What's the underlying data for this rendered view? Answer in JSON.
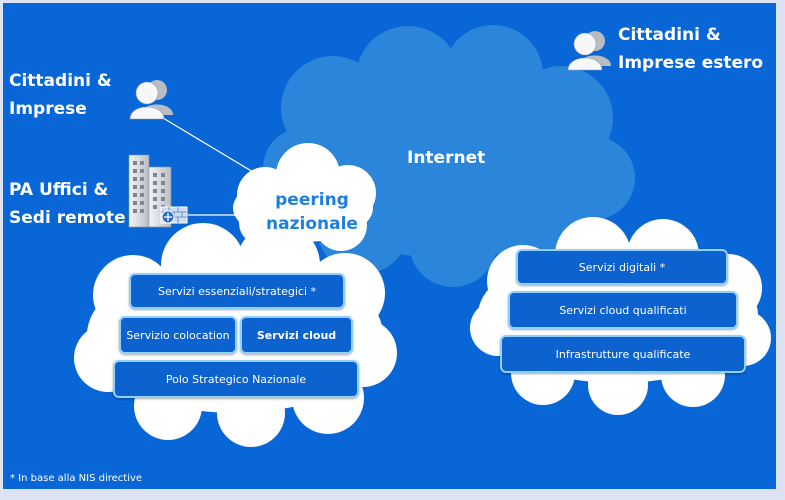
{
  "actors": {
    "domestic": {
      "label_line1": "Cittadini &",
      "label_line2": "Imprese"
    },
    "foreign": {
      "label_line1": "Cittadini &",
      "label_line2": "Imprese estero"
    },
    "pa_offices": {
      "label_line1": "PA Uffici &",
      "label_line2": "Sedi remote"
    }
  },
  "clouds": {
    "internet": {
      "label": "Internet"
    },
    "peering": {
      "label_line1": "peering",
      "label_line2": "nazionale"
    }
  },
  "psn_services": {
    "essential": "Servizi essenziali/strategici *",
    "colocation": "Servizio colocation",
    "cloud": "Servizi cloud",
    "polo": "Polo Strategico Nazionale"
  },
  "qualified_services": {
    "digital": "Servizi digitali *",
    "cloud_qualified": "Servizi cloud qualificati",
    "infrastructures": "Infrastrutture qualificate"
  },
  "footnote": "* In base alla NIS directive",
  "colors": {
    "background": "#0866d6",
    "internet_cloud": "#2b85da",
    "white_cloud": "#ffffff",
    "box_fill": "#0c62cf",
    "box_border": "#8fd0ff"
  },
  "icons": {
    "domestic_actor": "users-icon",
    "foreign_actor": "users-icon",
    "pa_offices": "office-building-icon",
    "firewall": "firewall-icon"
  }
}
